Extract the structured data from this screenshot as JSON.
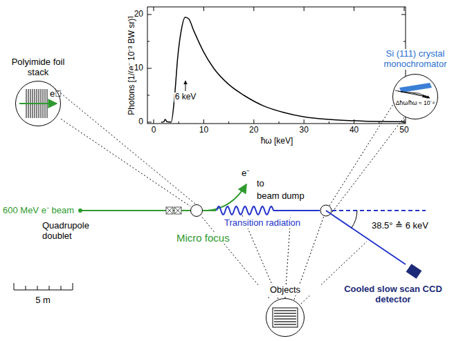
{
  "diagram": {
    "nodes": [
      {
        "text": [
          "Polyimide foil stack",
          "e⃗"
        ]
      },
      {
        "text": [
          "Si (111) crystal monochromator",
          "Δħω/ħω ≈ 10⁻⁴"
        ]
      },
      {
        "text": [
          "Micro focus"
        ]
      },
      {
        "text": [
          "Cooled slow scan CCD detector"
        ]
      },
      {
        "text": [
          "Objects"
        ]
      }
    ],
    "edges": [
      {
        "from": 0,
        "to": 2,
        "arrow": "none"
      },
      {
        "from": 4,
        "to": 2,
        "arrow": "none"
      }
    ],
    "labels": [
      "600 MeV e⁻ beam",
      "Quadrupole doublet",
      "e⁻",
      "to",
      "beam dump",
      "Transition radiation",
      "38.5° ≙ 6 keV",
      "5 m",
      "Photons [1/(e⁻ 10⁻³ BW sr)]",
      "ħω [keV]",
      "0",
      "10",
      "20",
      "30",
      "40",
      "50",
      "0",
      "10",
      "20",
      "6 keV"
    ]
  }
}
